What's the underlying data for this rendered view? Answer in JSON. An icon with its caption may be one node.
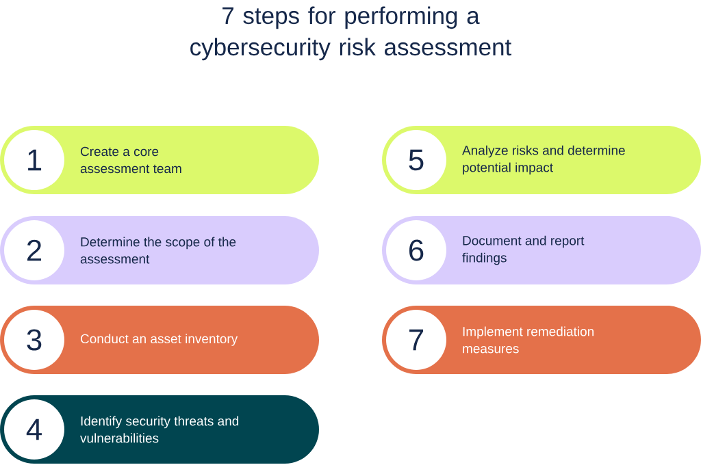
{
  "diagram": {
    "title": "7 steps for performing a cybersecurity risk assessment",
    "nodes": [
      {
        "text": [
          "Create a core assessment team"
        ]
      },
      {
        "text": [
          "1"
        ],
        "in": 0
      },
      {
        "text": [
          "Determine the scope of the assessment"
        ]
      },
      {
        "text": [
          "2"
        ],
        "in": 2
      },
      {
        "text": [
          "Conduct an asset inventory"
        ]
      },
      {
        "text": [
          "3"
        ],
        "in": 4
      },
      {
        "text": [
          "Identify security threats and vulnerabilities"
        ]
      },
      {
        "text": [
          "4"
        ],
        "in": 6
      },
      {
        "text": [
          "Analyze risks and determine potential impact"
        ]
      },
      {
        "text": [
          "5"
        ],
        "in": 8
      },
      {
        "text": [
          "Document and report findings"
        ]
      },
      {
        "text": [
          "6"
        ],
        "in": 10
      },
      {
        "text": [
          "Implement remediation measures"
        ]
      },
      {
        "text": [
          "7"
        ],
        "in": 12
      }
    ],
    "edges": []
  }
}
